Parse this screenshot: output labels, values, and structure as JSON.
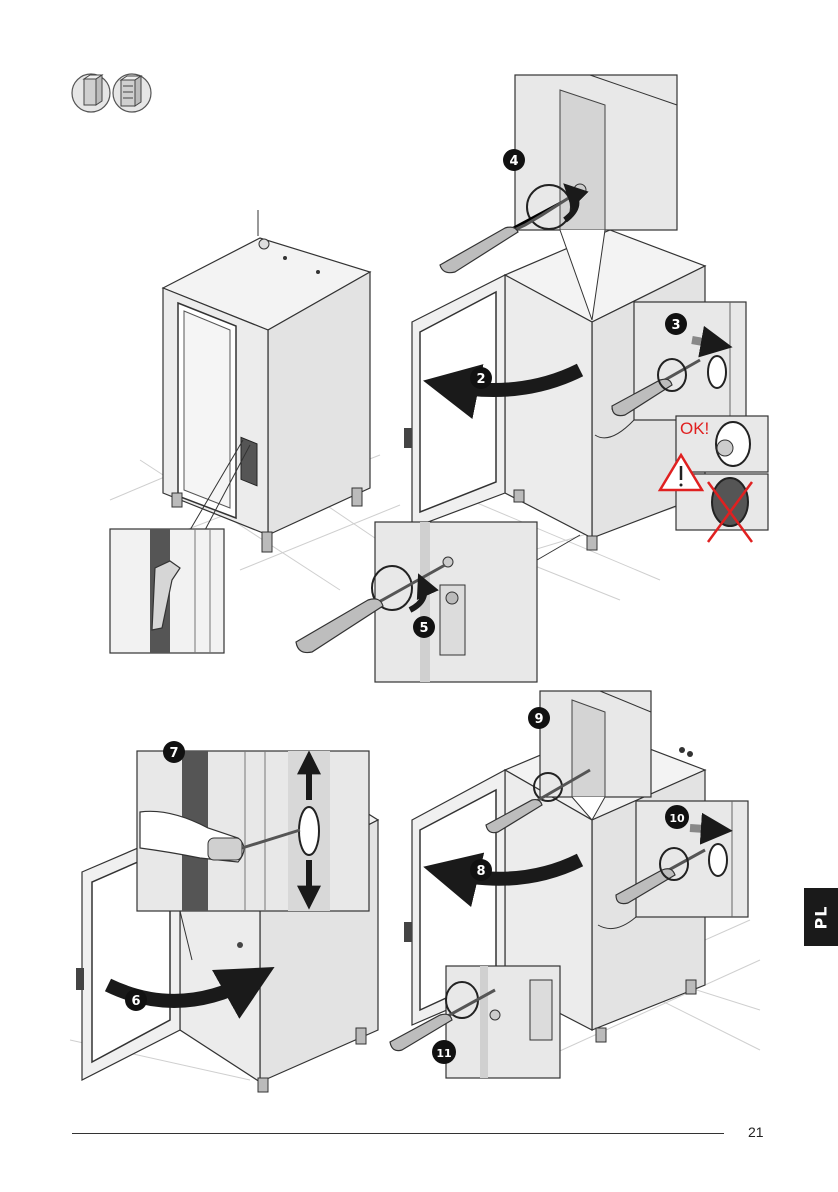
{
  "page": {
    "number": "21",
    "language_tab": "PL"
  },
  "warning_panel": {
    "ok_label": "OK!"
  },
  "steps": [
    "2",
    "3",
    "4",
    "5",
    "6",
    "7",
    "8",
    "9",
    "10",
    "11"
  ]
}
